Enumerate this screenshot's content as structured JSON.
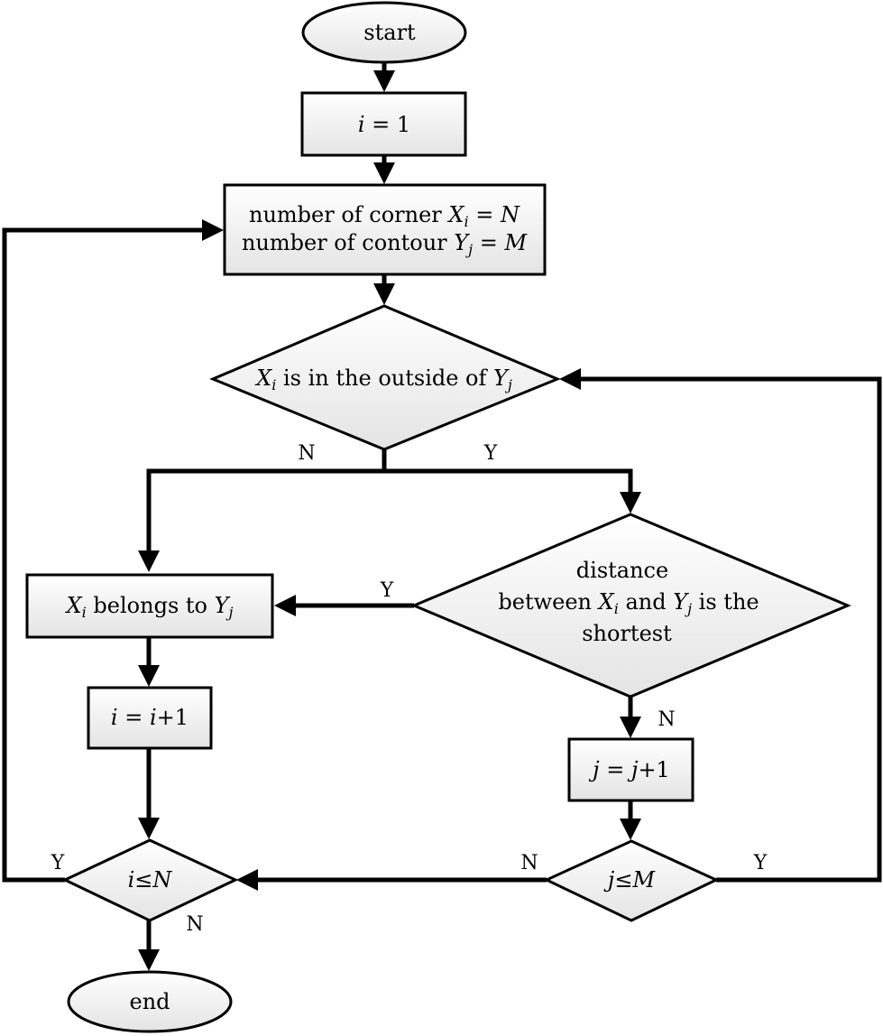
{
  "nodes": {
    "start": "start",
    "init_i": {
      "a": "i",
      "b": " = 1"
    },
    "set_counts": {
      "line1_text": "number of corner ",
      "line1_var": "X",
      "line1_sub": "i",
      "line1_rest": " = N",
      "line2_text": "number of contour ",
      "line2_var": "Y",
      "line2_sub": "j",
      "line2_rest": " = M"
    },
    "outside_check": {
      "var1": "X",
      "sub1": "i",
      "mid": " is in the outside of ",
      "var2": "Y",
      "sub2": "j"
    },
    "distance_check": {
      "line1": "distance",
      "line2_a": "between ",
      "var1": "X",
      "sub1": "i",
      "line2_b": " and ",
      "var2": "Y",
      "sub2": "j",
      "line2_c": " is the",
      "line3": "shortest"
    },
    "belongs": {
      "var1": "X",
      "sub1": "i",
      "mid": " belongs to ",
      "var2": "Y",
      "sub2": "j"
    },
    "inc_i": {
      "a": "i",
      "b": " = ",
      "c": "i",
      "d": "+1"
    },
    "inc_j": {
      "a": "j",
      "b": " = ",
      "c": "j",
      "d": "+1"
    },
    "check_i": {
      "a": "i",
      "b": "≤",
      "c": "N"
    },
    "check_j": {
      "a": "j",
      "b": "≤",
      "c": "M"
    },
    "end": "end"
  },
  "edge_labels": {
    "outside_no": "N",
    "outside_yes": "Y",
    "distance_yes": "Y",
    "distance_no": "N",
    "check_i_yes": "Y",
    "check_i_no": "N",
    "check_j_no": "N",
    "check_j_yes": "Y"
  },
  "colors": {
    "stroke": "#000000",
    "fill_top": "#ffffff",
    "fill_bottom": "#e6e6e6"
  }
}
